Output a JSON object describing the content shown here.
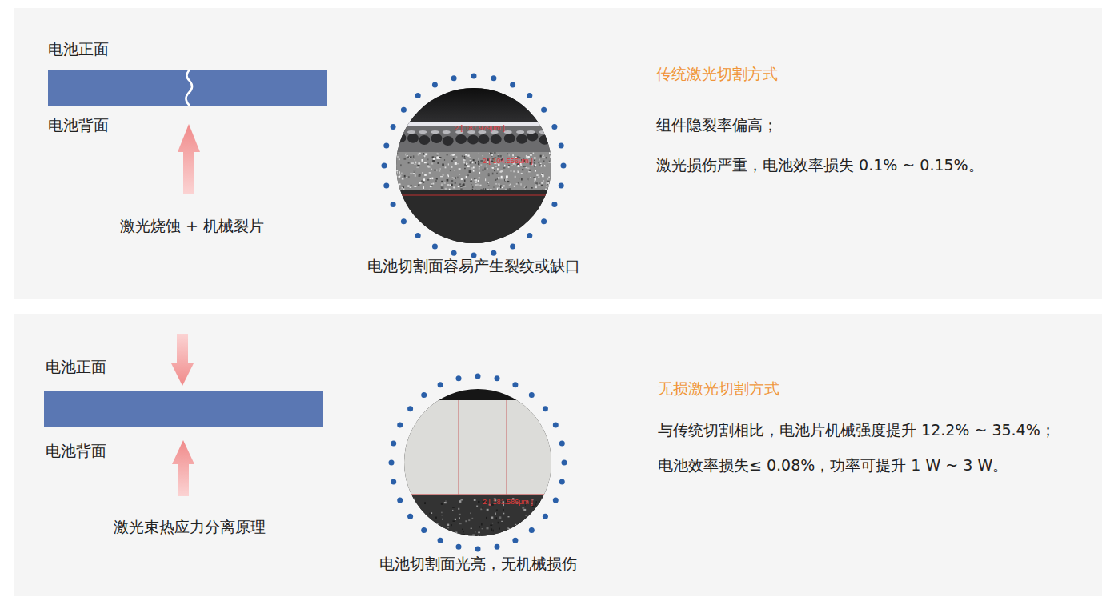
{
  "diagram": {
    "nodes": [
      {
        "text": [
          "电池正面",
          "电池背面",
          "激光烧蚀 + 机械裂片",
          "传统激光切割方式",
          "组件隐裂率偏高；",
          "激光损伤严重，电池效率损失 0.1% ~ 0.15%。"
        ]
      },
      {
        "text": [
          "2 [ 187.979μm ]",
          "2 [ 104.556μm ]",
          "电池切割面容易产生裂纹或缺口"
        ],
        "in": 0
      },
      {
        "text": [
          "电池正面",
          "电池背面",
          "激光束热应力分离原理",
          "无损激光切割方式",
          "与传统切割相比，电池片机械强度提升 12.2% ~ 35.4%；",
          "电池效率损失≤ 0.08%，功率可提升 1 W ~ 3 W。"
        ]
      },
      {
        "text": [
          "2 [ 181.586μm ]",
          "电池切割面光亮，无机械损伤"
        ],
        "in": 2
      }
    ]
  }
}
